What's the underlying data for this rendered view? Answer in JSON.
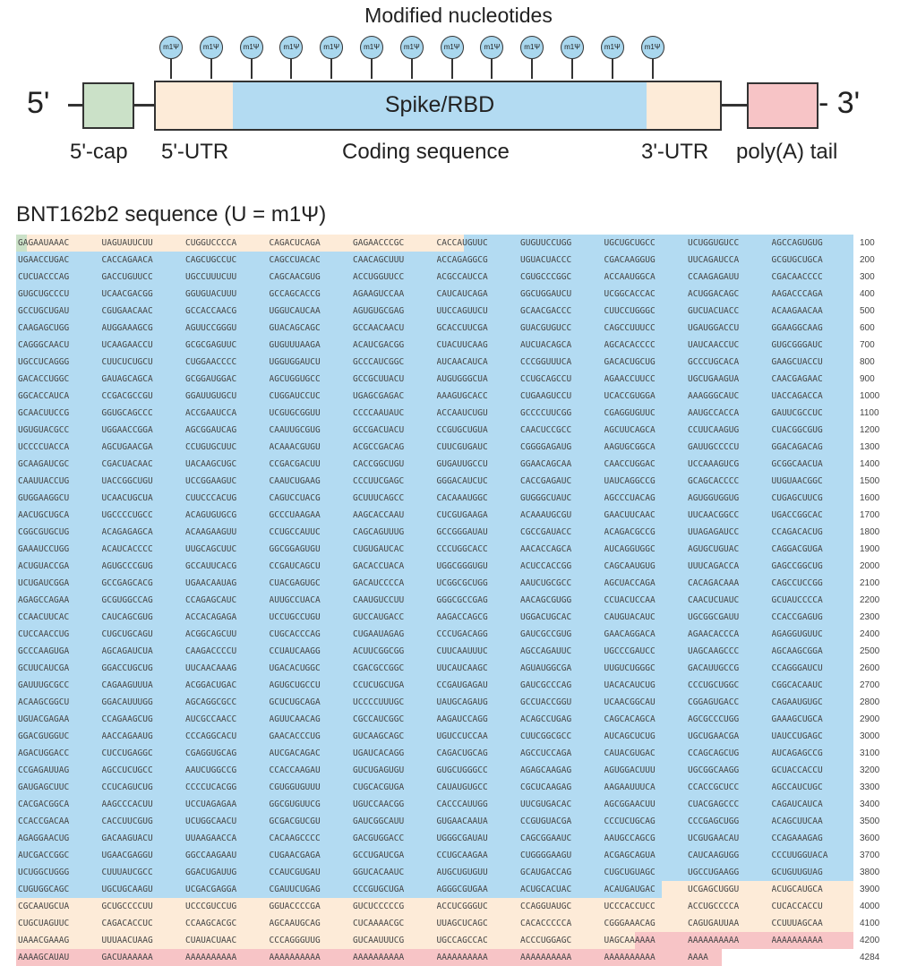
{
  "diagram": {
    "title": "Modified nucleotides",
    "mod_label": "m1Ψ",
    "mod_count": 13,
    "five_prime": "5'",
    "three_prime": "- 3'",
    "coding_label": "Spike/RBD",
    "labels": {
      "cap": "5'-cap",
      "utr5": "5'-UTR",
      "cds": "Coding sequence",
      "utr3": "3'-UTR",
      "polya": "poly(A) tail"
    },
    "colors": {
      "cap": "#cbe1c8",
      "utr": "#fdebd8",
      "cds": "#b3dbf2",
      "polya": "#f7c4c6",
      "mod_circle": "#a9d7ee"
    }
  },
  "sequence": {
    "title": "BNT162b2 sequence (U = m1Ψ)",
    "rows": [
      {
        "num": "100",
        "blocks": [
          "GAGAAUAAAC",
          "UAGUAUUCUU",
          "CUGGUCCCCA",
          "CAGACUCAGA",
          "GAGAACCCGC",
          "CACCAUGUUC",
          "GUGUUCCUGG",
          "UGCUGCUGCC",
          "UCUGGUGUCC",
          "AGCCAGUGUG"
        ]
      },
      {
        "num": "200",
        "blocks": [
          "UGAACCUGAC",
          "CACCAGAACA",
          "CAGCUGCCUC",
          "CAGCCUACAC",
          "CAACAGCUUU",
          "ACCAGAGGCG",
          "UGUACUACCC",
          "CGACAAGGUG",
          "UUCAGAUCCA",
          "GCGUGCUGCA"
        ]
      },
      {
        "num": "300",
        "blocks": [
          "CUCUACCCAG",
          "GACCUGUUCC",
          "UGCCUUUCUU",
          "CAGCAACGUG",
          "ACCUGGUUCC",
          "ACGCCAUCCA",
          "CGUGCCCGGC",
          "ACCAAUGGCA",
          "CCAAGAGAUU",
          "CGACAACCCC"
        ]
      },
      {
        "num": "400",
        "blocks": [
          "GUGCUGCCCU",
          "UCAACGACGG",
          "GGUGUACUUU",
          "GCCAGCACCG",
          "AGAAGUCCAA",
          "CAUCAUCAGA",
          "GGCUGGAUCU",
          "UCGGCACCAC",
          "ACUGGACAGC",
          "AAGACCCAGA"
        ]
      },
      {
        "num": "500",
        "blocks": [
          "GCCUGCUGAU",
          "CGUGAACAAC",
          "GCCACCAACG",
          "UGGUCAUCAA",
          "AGUGUGCGAG",
          "UUCCAGUUCU",
          "GCAACGACCC",
          "CUUCCUGGGC",
          "GUCUACUACC",
          "ACAAGAACAA"
        ]
      },
      {
        "num": "600",
        "blocks": [
          "CAAGAGCUGG",
          "AUGGAAAGCG",
          "AGUUCCGGGU",
          "GUACAGCAGC",
          "GCCAACAACU",
          "GCACCUUCGA",
          "GUACGUGUCC",
          "CAGCCUUUCC",
          "UGAUGGACCU",
          "GGAAGGCAAG"
        ]
      },
      {
        "num": "700",
        "blocks": [
          "CAGGGCAACU",
          "UCAAGAACCU",
          "GCGCGAGUUC",
          "GUGUUUAAGA",
          "ACAUCGACGG",
          "CUACUUCAAG",
          "AUCUACAGCA",
          "AGCACACCCC",
          "UAUCAACCUC",
          "GUGCGGGAUC"
        ]
      },
      {
        "num": "800",
        "blocks": [
          "UGCCUCAGGG",
          "CUUCUCUGCU",
          "CUGGAACCCC",
          "UGGUGGAUCU",
          "GCCCAUCGGC",
          "AUCAACAUCA",
          "CCCGGUUUCA",
          "GACACUGCUG",
          "GCCCUGCACA",
          "GAAGCUACCU"
        ]
      },
      {
        "num": "900",
        "blocks": [
          "GACACCUGGC",
          "GAUAGCAGCA",
          "GCGGAUGGAC",
          "AGCUGGUGCC",
          "GCCGCUUACU",
          "AUGUGGGCUA",
          "CCUGCAGCCU",
          "AGAACCUUCC",
          "UGCUGAAGUA",
          "CAACGAGAAC"
        ]
      },
      {
        "num": "1000",
        "blocks": [
          "GGCACCAUCA",
          "CCGACGCCGU",
          "GGAUUGUGCU",
          "CUGGAUCCUC",
          "UGAGCGAGAC",
          "AAAGUGCACC",
          "CUGAAGUCCU",
          "UCACCGUGGA",
          "AAAGGGCAUC",
          "UACCAGACCA"
        ]
      },
      {
        "num": "1100",
        "blocks": [
          "GCAACUUCCG",
          "GGUGCAGCCC",
          "ACCGAAUCCA",
          "UCGUGCGGUU",
          "CCCCAAUAUC",
          "ACCAAUCUGU",
          "GCCCCUUCGG",
          "CGAGGUGUUC",
          "AAUGCCACCA",
          "GAUUCGCCUC"
        ]
      },
      {
        "num": "1200",
        "blocks": [
          "UGUGUACGCC",
          "UGGAACCGGA",
          "AGCGGAUCAG",
          "CAAUUGCGUG",
          "GCCGACUACU",
          "CCGUGCUGUA",
          "CAACUCCGCC",
          "AGCUUCAGCA",
          "CCUUCAAGUG",
          "CUACGGCGUG"
        ]
      },
      {
        "num": "1300",
        "blocks": [
          "UCCCCUACCA",
          "AGCUGAACGA",
          "CCUGUGCUUC",
          "ACAAACGUGU",
          "ACGCCGACAG",
          "CUUCGUGAUC",
          "CGGGGAGAUG",
          "AAGUGCGGCA",
          "GAUUGCCCCU",
          "GGACAGACAG"
        ]
      },
      {
        "num": "1400",
        "blocks": [
          "GCAAGAUCGC",
          "CGACUACAAC",
          "UACAAGCUGC",
          "CCGACGACUU",
          "CACCGGCUGU",
          "GUGAUUGCCU",
          "GGAACAGCAA",
          "CAACCUGGAC",
          "UCCAAAGUCG",
          "GCGGCAACUA"
        ]
      },
      {
        "num": "1500",
        "blocks": [
          "CAAUUACCUG",
          "UACCGGCUGU",
          "UCCGGAAGUC",
          "CAAUCUGAAG",
          "CCCUUCGAGC",
          "GGGACAUCUC",
          "CACCGAGAUC",
          "UAUCAGGCCG",
          "GCAGCACCCC",
          "UUGUAACGGC"
        ]
      },
      {
        "num": "1600",
        "blocks": [
          "GUGGAAGGCU",
          "UCAACUGCUA",
          "CUUCCCACUG",
          "CAGUCCUACG",
          "GCUUUCAGCC",
          "CACAAAUGGC",
          "GUGGGCUAUC",
          "AGCCCUACAG",
          "AGUGGUGGUG",
          "CUGAGCUUCG"
        ]
      },
      {
        "num": "1700",
        "blocks": [
          "AACUGCUGCA",
          "UGCCCCUGCC",
          "ACAGUGUGCG",
          "GCCCUAAGAA",
          "AAGCACCAAU",
          "CUCGUGAAGA",
          "ACAAAUGCGU",
          "GAACUUCAAC",
          "UUCAACGGCC",
          "UGACCGGCAC"
        ]
      },
      {
        "num": "1800",
        "blocks": [
          "CGGCGUGCUG",
          "ACAGAGAGCA",
          "ACAAGAAGUU",
          "CCUGCCAUUC",
          "CAGCAGUUUG",
          "GCCGGGAUAU",
          "CGCCGAUACC",
          "ACAGACGCCG",
          "UUAGAGAUCC",
          "CCAGACACUG"
        ]
      },
      {
        "num": "1900",
        "blocks": [
          "GAAAUCCUGG",
          "ACAUCACCCC",
          "UUGCAGCUUC",
          "GGCGGAGUGU",
          "CUGUGAUCAC",
          "CCCUGGCACC",
          "AACACCAGCA",
          "AUCAGGUGGC",
          "AGUGCUGUAC",
          "CAGGACGUGA"
        ]
      },
      {
        "num": "2000",
        "blocks": [
          "ACUGUACCGA",
          "AGUGCCCGUG",
          "GCCAUUCACG",
          "CCGAUCAGCU",
          "GACACCUACA",
          "UGGCGGGUGU",
          "ACUCCACCGG",
          "CAGCAAUGUG",
          "UUUCAGACCA",
          "GAGCCGGCUG"
        ]
      },
      {
        "num": "2100",
        "blocks": [
          "UCUGAUCGGA",
          "GCCGAGCACG",
          "UGAACAAUAG",
          "CUACGAGUGC",
          "GACAUCCCCA",
          "UCGGCGCUGG",
          "AAUCUGCGCC",
          "AGCUACCAGA",
          "CACAGACAAA",
          "CAGCCUCCGG"
        ]
      },
      {
        "num": "2200",
        "blocks": [
          "AGAGCCAGAA",
          "GCGUGGCCAG",
          "CCAGAGCAUC",
          "AUUGCCUACA",
          "CAAUGUCCUU",
          "GGGCGCCGAG",
          "AACAGCGUGG",
          "CCUACUCCAA",
          "CAACUCUAUC",
          "GCUAUCCCCA"
        ]
      },
      {
        "num": "2300",
        "blocks": [
          "CCAACUUCAC",
          "CAUCAGCGUG",
          "ACCACAGAGA",
          "UCCUGCCUGU",
          "GUCCAUGACC",
          "AAGACCAGCG",
          "UGGACUGCAC",
          "CAUGUACAUC",
          "UGCGGCGAUU",
          "CCACCGAGUG"
        ]
      },
      {
        "num": "2400",
        "blocks": [
          "CUCCAACCUG",
          "CUGCUGCAGU",
          "ACGGCAGCUU",
          "CUGCACCCAG",
          "CUGAAUAGAG",
          "CCCUGACAGG",
          "GAUCGCCGUG",
          "GAACAGGACA",
          "AGAACACCCA",
          "AGAGGUGUUC"
        ]
      },
      {
        "num": "2500",
        "blocks": [
          "GCCCAAGUGA",
          "AGCAGAUCUA",
          "CAAGACCCCU",
          "CCUAUCAAGG",
          "ACUUCGGCGG",
          "CUUCAAUUUC",
          "AGCCAGAUUC",
          "UGCCCGAUCC",
          "UAGCAAGCCC",
          "AGCAAGCGGA"
        ]
      },
      {
        "num": "2600",
        "blocks": [
          "GCUUCAUCGA",
          "GGACCUGCUG",
          "UUCAACAAAG",
          "UGACACUGGC",
          "CGACGCCGGC",
          "UUCAUCAAGC",
          "AGUAUGGCGA",
          "UUGUCUGGGC",
          "GACAUUGCCG",
          "CCAGGGAUCU"
        ]
      },
      {
        "num": "2700",
        "blocks": [
          "GAUUUGCGCC",
          "CAGAAGUUUA",
          "ACGGACUGAC",
          "AGUGCUGCCU",
          "CCUCUGCUGA",
          "CCGAUGAGAU",
          "GAUCGCCCAG",
          "UACACAUCUG",
          "CCCUGCUGGC",
          "CGGCACAAUC"
        ]
      },
      {
        "num": "2800",
        "blocks": [
          "ACAAGCGGCU",
          "GGACAUUUGG",
          "AGCAGGCGCC",
          "GCUCUGCAGA",
          "UCCCCUUUGC",
          "UAUGCAGAUG",
          "GCCUACCGGU",
          "UCAACGGCAU",
          "CGGAGUGACC",
          "CAGAAUGUGC"
        ]
      },
      {
        "num": "2900",
        "blocks": [
          "UGUACGAGAA",
          "CCAGAAGCUG",
          "AUCGCCAACC",
          "AGUUCAACAG",
          "CGCCAUCGGC",
          "AAGAUCCAGG",
          "ACAGCCUGAG",
          "CAGCACAGCA",
          "AGCGCCCUGG",
          "GAAAGCUGCA"
        ]
      },
      {
        "num": "3000",
        "blocks": [
          "GGACGUGGUC",
          "AACCAGAAUG",
          "CCCAGGCACU",
          "GAACACCCUG",
          "GUCAAGCAGC",
          "UGUCCUCCAA",
          "CUUCGGCGCC",
          "AUCAGCUCUG",
          "UGCUGAACGA",
          "UAUCCUGAGC"
        ]
      },
      {
        "num": "3100",
        "blocks": [
          "AGACUGGACC",
          "CUCCUGAGGC",
          "CGAGGUGCAG",
          "AUCGACAGAC",
          "UGAUCACAGG",
          "CAGACUGCAG",
          "AGCCUCCAGA",
          "CAUACGUGAC",
          "CCAGCAGCUG",
          "AUCAGAGCCG"
        ]
      },
      {
        "num": "3200",
        "blocks": [
          "CCGAGAUUAG",
          "AGCCUCUGCC",
          "AAUCUGGCCG",
          "CCACCAAGAU",
          "GUCUGAGUGU",
          "GUGCUGGGCC",
          "AGAGCAAGAG",
          "AGUGGACUUU",
          "UGCGGCAAGG",
          "GCUACCACCU"
        ]
      },
      {
        "num": "3300",
        "blocks": [
          "GAUGAGCUUC",
          "CCUCAGUCUG",
          "CCCCUCACGG",
          "CGUGGUGUUU",
          "CUGCACGUGA",
          "CAUAUGUGCC",
          "CGCUCAAGAG",
          "AAGAAUUUCA",
          "CCACCGCUCC",
          "AGCCAUCUGC"
        ]
      },
      {
        "num": "3400",
        "blocks": [
          "CACGACGGCA",
          "AAGCCCACUU",
          "UCCUAGAGAA",
          "GGCGUGUUCG",
          "UGUCCAACGG",
          "CACCCAUUGG",
          "UUCGUGACAC",
          "AGCGGAACUU",
          "CUACGAGCCC",
          "CAGAUCAUCA"
        ]
      },
      {
        "num": "3500",
        "blocks": [
          "CCACCGACAA",
          "CACCUUCGUG",
          "UCUGGCAACU",
          "GCGACGUCGU",
          "GAUCGGCAUU",
          "GUGAACAAUA",
          "CCGUGUACGA",
          "CCCUCUGCAG",
          "CCCGAGCUGG",
          "ACAGCUUCAA"
        ]
      },
      {
        "num": "3600",
        "blocks": [
          "AGAGGAACUG",
          "GACAAGUACU",
          "UUAAGAACCA",
          "CACAAGCCCC",
          "GACGUGGACC",
          "UGGGCGAUAU",
          "CAGCGGAAUC",
          "AAUGCCAGCG",
          "UCGUGAACAU",
          "CCAGAAAGAG"
        ]
      },
      {
        "num": "3700",
        "blocks": [
          "AUCGACCGGC",
          "UGAACGAGGU",
          "GGCCAAGAAU",
          "CUGAACGAGA",
          "GCCUGAUCGA",
          "CCUGCAAGAA",
          "CUGGGGAAGU",
          "ACGAGCAGUA",
          "CAUCAAGUGG",
          "CCCUUGGUACA"
        ]
      },
      {
        "num": "3800",
        "blocks": [
          "UCUGGCUGGG",
          "CUUUAUCGCC",
          "GGACUGAUUG",
          "CCAUCGUGAU",
          "GGUCACAAUC",
          "AUGCUGUGUU",
          "GCAUGACCAG",
          "CUGCUGUAGC",
          "UGCCUGAAGG",
          "GCUGUUGUAG"
        ]
      },
      {
        "num": "3900",
        "blocks": [
          "CUGUGGCAGC",
          "UGCUGCAAGU",
          "UCGACGAGGA",
          "CGAUUCUGAG",
          "CCCGUGCUGA",
          "AGGGCGUGAA",
          "ACUGCACUAC",
          "ACAUGAUGAC",
          "UCGAGCUGGU",
          "ACUGCAUGCA"
        ]
      },
      {
        "num": "4000",
        "blocks": [
          "CGCAAUGCUA",
          "GCUGCCCCUU",
          "UCCCGUCCUG",
          "GGUACCCCGA",
          "GUCUCCCCCG",
          "ACCUCGGGUC",
          "CCAGGUAUGC",
          "UCCCACCUCC",
          "ACCUGCCCCA",
          "CUCACCACCU"
        ]
      },
      {
        "num": "4100",
        "blocks": [
          "CUGCUAGUUC",
          "CAGACACCUC",
          "CCAAGCACGC",
          "AGCAAUGCAG",
          "CUCAAAACGC",
          "UUAGCUCAGC",
          "CACACCCCCA",
          "CGGGAAACAG",
          "CAGUGAUUAA",
          "CCUUUAGCAA"
        ]
      },
      {
        "num": "4200",
        "blocks": [
          "UAAACGAAAG",
          "UUUAACUAAG",
          "CUAUACUAAC",
          "CCCAGGGUUG",
          "GUCAAUUUCG",
          "UGCCAGCCAC",
          "ACCCUGGAGC",
          "UAGCAAAAAA",
          "AAAAAAAAAA",
          "AAAAAAAAAA"
        ]
      },
      {
        "num": "4284",
        "blocks": [
          "AAAAGCAUAU",
          "GACUAAAAAA",
          "AAAAAAAAAA",
          "AAAAAAAAAA",
          "AAAAAAAAAA",
          "AAAAAAAAAA",
          "AAAAAAAAAA",
          "AAAAAAAAAA",
          "AAAA",
          ""
        ]
      }
    ]
  }
}
